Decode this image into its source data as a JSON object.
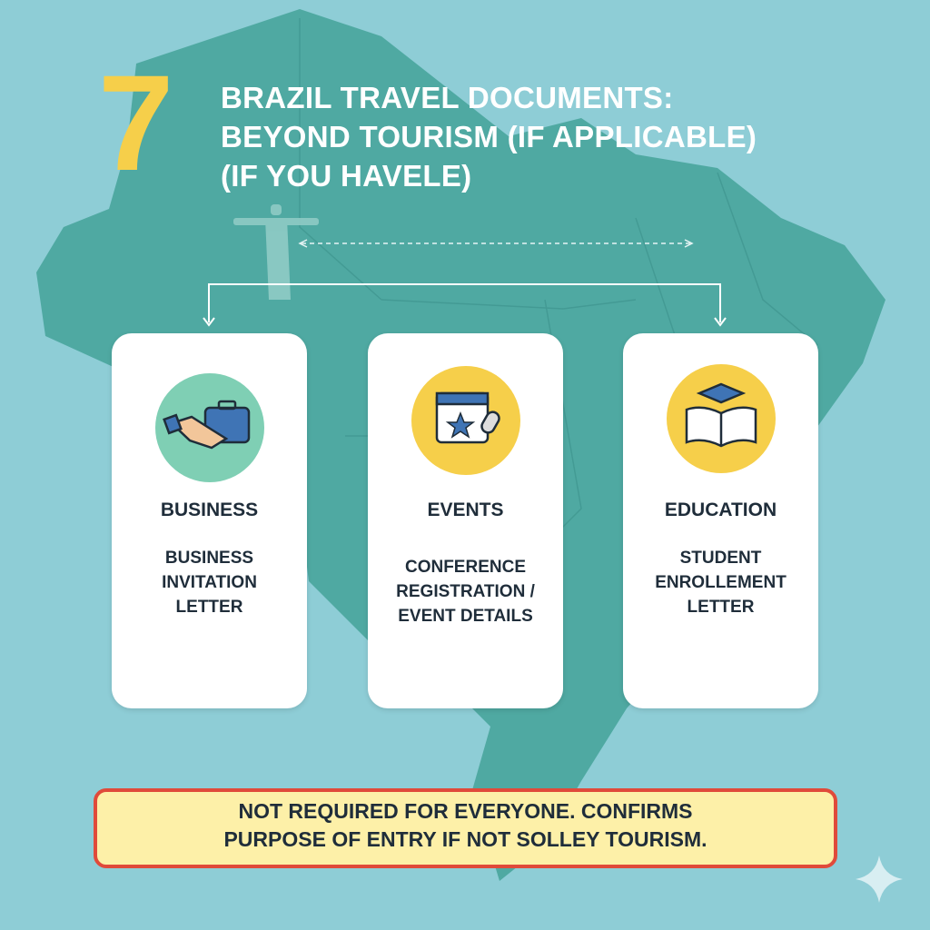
{
  "header": {
    "number": "7",
    "title_lines": [
      "BRAZIL TRAVEL DOCUMENTS:",
      "BEYOND TOURISM (IF APPLICABLE)",
      "(IF YOU HAVELE)"
    ]
  },
  "cards": [
    {
      "title": "BUSINESS",
      "desc_lines": [
        "BUSINESS",
        "INVITATION",
        "LETTER"
      ],
      "icon": "handshake-briefcase-icon",
      "icon_bg": "#7fcfb4"
    },
    {
      "title": "EVENTS",
      "desc_lines": [
        "CONFERENCE",
        "REGISTRATION /",
        "EVENT DETAILS"
      ],
      "icon": "calendar-microphone-icon",
      "icon_bg": "#f6cf4a"
    },
    {
      "title": "EDUCATION",
      "desc_lines": [
        "STUDENT",
        "ENROLLEMENT",
        "LETTER"
      ],
      "icon": "graduation-book-icon",
      "icon_bg": "#f6cf4a"
    }
  ],
  "banner": {
    "lines": [
      "NOT REQUIRED FOR EVERYONE. CONFIRMS",
      "PURPOSE OF ENTRY IF NOT SOLLEY TOURISM."
    ]
  },
  "colors": {
    "background": "#8ecdd6",
    "map": "#4fa9a2",
    "accent": "#f6cf4a",
    "banner_border": "#e04a3a",
    "banner_fill": "#fdf0a8"
  }
}
